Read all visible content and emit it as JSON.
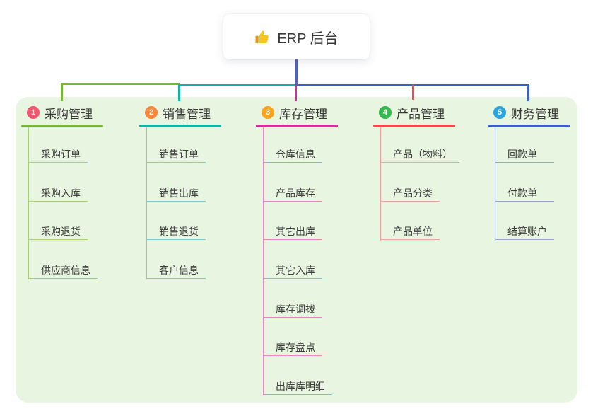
{
  "root": {
    "title": "ERP 后台",
    "icon": "thumbs-up-icon"
  },
  "branches": [
    {
      "index": "1",
      "title": "采购管理",
      "color": "#7cb53e",
      "light_color": "#a6d171",
      "badge_color": "#f2566e",
      "children": [
        "采购订单",
        "采购入库",
        "采购退货",
        "供应商信息"
      ]
    },
    {
      "index": "2",
      "title": "销售管理",
      "color": "#15b1a6",
      "light_color": "#7bd2c9",
      "badge_color": "#f9863b",
      "children": [
        "销售订单",
        "销售出库",
        "销售退货",
        "客户信息"
      ]
    },
    {
      "index": "3",
      "title": "库存管理",
      "color": "#cc319c",
      "light_color": "#ec87c5",
      "badge_color": "#f9a41b",
      "children": [
        "仓库信息",
        "产品库存",
        "其它出库",
        "其它入库",
        "库存调拨",
        "库存盘点",
        "出库库明细"
      ]
    },
    {
      "index": "4",
      "title": "产品管理",
      "color": "#ef4a4d",
      "light_color": "#f59fa1",
      "badge_color": "#36b94f",
      "children": [
        "产品（物料）",
        "产品分类",
        "产品单位"
      ]
    },
    {
      "index": "5",
      "title": "财务管理",
      "color": "#3d5fc4",
      "light_color": "#94a7e0",
      "badge_color": "#2ba5de",
      "children": [
        "回款单",
        "付款单",
        "结算账户"
      ]
    }
  ],
  "colors": {
    "page_background": "#ffffff",
    "panel_background": "#e8f5e0",
    "root_connector": "#4f61c6",
    "node_text": "#3c3c3c",
    "thumb_icon": "#f5c51d"
  }
}
